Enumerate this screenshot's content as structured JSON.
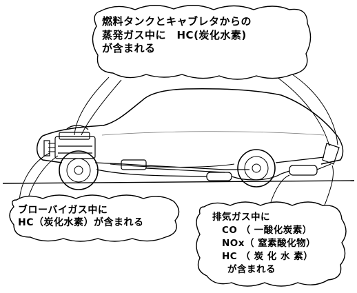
{
  "callouts": {
    "fuel_evaporation": {
      "line1": "燃料タンクとキャブレタからの",
      "line2": "蒸発ガス中に　HC(炭化水素)",
      "line3": "が含まれる"
    },
    "blowby": {
      "line1": "ブローバイガス中に",
      "line2": "HC（炭化水素）が含まれる"
    },
    "exhaust": {
      "line1": "排気ガス中に",
      "line2": "CO （ 一酸化炭素）",
      "line3": "NOx（ 窒素酸化物）",
      "line4": "HC （ 炭 化 水 素）",
      "line5": "が含まれる"
    }
  },
  "colors": {
    "ink": "#000000",
    "paper": "#ffffff"
  }
}
